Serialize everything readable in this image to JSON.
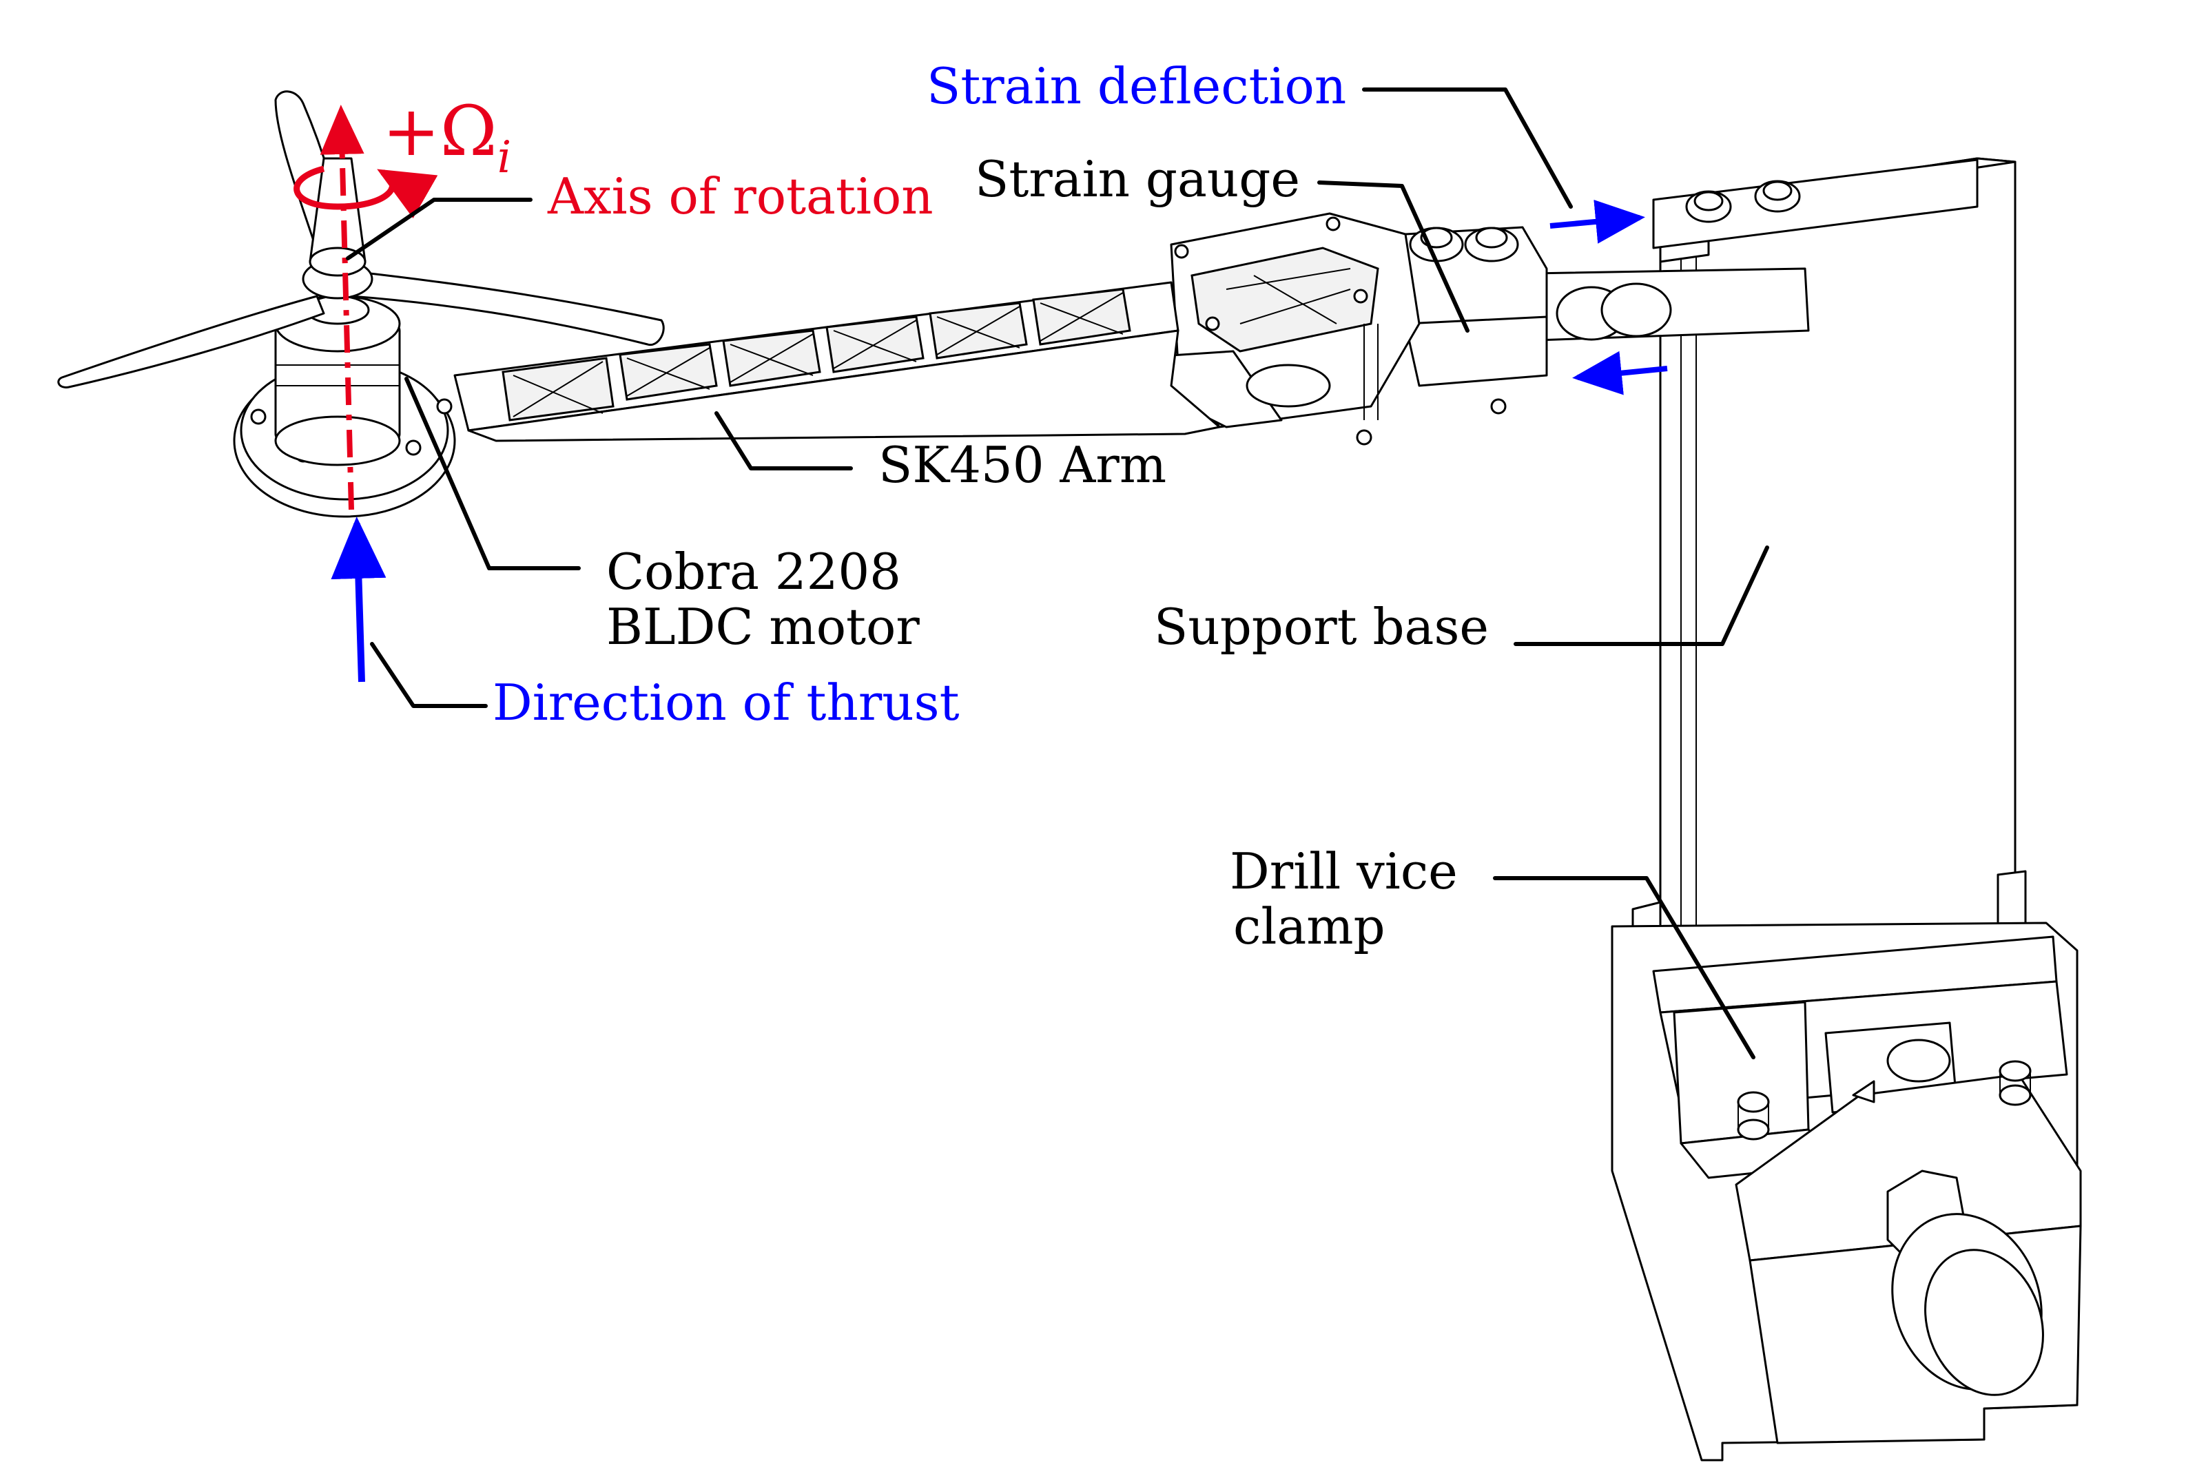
{
  "labels": {
    "omega_base": "+Ω",
    "omega_sub": "i",
    "axis_of_rotation": "Axis of rotation",
    "strain_deflection": "Strain deflection",
    "strain_gauge": "Strain gauge",
    "sk450_arm": "SK450 Arm",
    "motor_line1": "Cobra 2208",
    "motor_line2": "BLDC motor",
    "support_base": "Support base",
    "direction_of_thrust": "Direction of thrust",
    "vice_line1": "Drill vice",
    "vice_line2": "clamp"
  },
  "colors": {
    "red": "#e8001c",
    "blue": "#0000ff",
    "black": "#000000"
  }
}
